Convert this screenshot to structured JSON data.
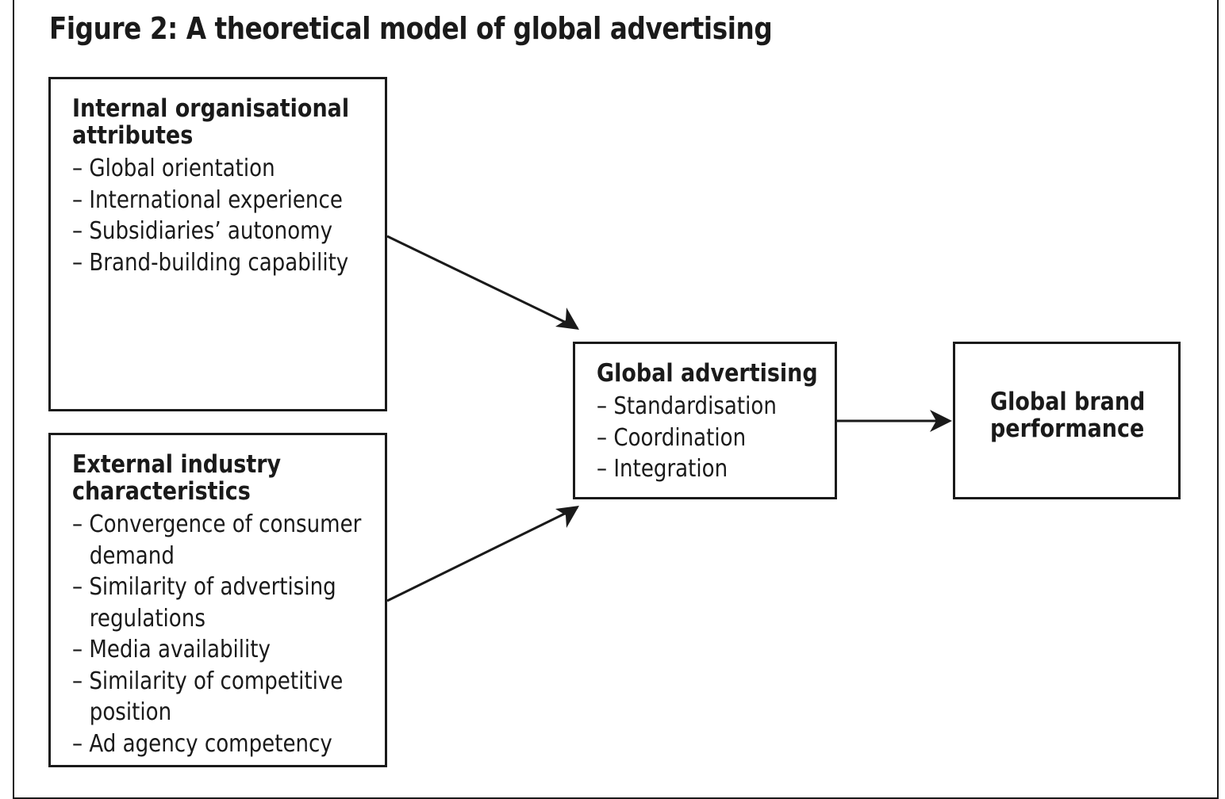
{
  "figure": {
    "title": "Figure 2: A theoretical model of global advertising"
  },
  "boxes": {
    "internal": {
      "heading": [
        "Internal organisational",
        "attributes"
      ],
      "items": [
        [
          "– Global orientation"
        ],
        [
          "– International experience"
        ],
        [
          "– Subsidiaries’ autonomy"
        ],
        [
          "– Brand-building capability"
        ]
      ]
    },
    "external": {
      "heading": [
        "External industry",
        "characteristics"
      ],
      "items": [
        [
          "– Convergence of consumer",
          "demand"
        ],
        [
          "– Similarity of advertising",
          "regulations"
        ],
        [
          "– Media availability"
        ],
        [
          "– Similarity of competitive",
          "position"
        ],
        [
          "– Ad agency competency"
        ]
      ]
    },
    "advertising": {
      "heading": [
        "Global advertising"
      ],
      "items": [
        [
          "– Standardisation"
        ],
        [
          "– Coordination"
        ],
        [
          "– Integration"
        ]
      ]
    },
    "brand": {
      "heading": [
        "Global brand",
        "performance"
      ],
      "items": []
    }
  },
  "edges": [
    {
      "from": "internal",
      "to": "advertising"
    },
    {
      "from": "external",
      "to": "advertising"
    },
    {
      "from": "advertising",
      "to": "brand"
    }
  ],
  "colors": {
    "ink": "#1a1a1a",
    "background": "#ffffff"
  }
}
